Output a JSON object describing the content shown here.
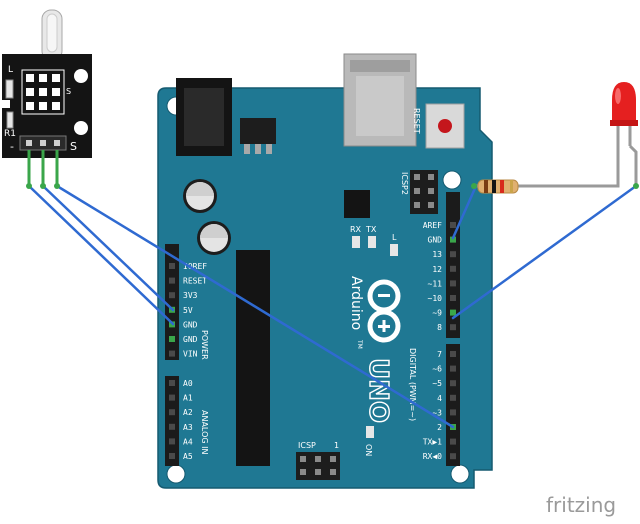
{
  "brand": "fritzing",
  "module": {
    "label_s": "S",
    "label_minus": "-",
    "label_l": "L",
    "label_r1": "R1"
  },
  "board": {
    "name": "Arduino",
    "model": "UNO",
    "tm": "TM",
    "reset_label": "RESET",
    "icsp2_label": "ICSP2",
    "icsp_label": "ICSP",
    "icsp_pin1": "1",
    "tx_label": "TX",
    "rx_label": "RX",
    "l_label": "L",
    "on_label": "ON",
    "digital_label": "DIGITAL (PWM=~)",
    "power_label": "POWER",
    "analog_label": "ANALOG IN",
    "power_pins": [
      "IOREF",
      "RESET",
      "3V3",
      "5V",
      "GND",
      "GND",
      "VIN"
    ],
    "analog_pins": [
      "A0",
      "A1",
      "A2",
      "A3",
      "A4",
      "A5"
    ],
    "digital_top_pins": [
      "AREF",
      "GND",
      "13",
      "12",
      "~11",
      "~10",
      "~9",
      "8"
    ],
    "digital_bottom_pins": [
      "7",
      "~6",
      "~5",
      "4",
      "~3",
      "2",
      "TX▶1",
      "RX◀0"
    ]
  },
  "colors": {
    "board": "#1f7893",
    "board_edge": "#155a70",
    "wire": "#2f6ad1",
    "led": "#e52020",
    "module": "#141414"
  }
}
